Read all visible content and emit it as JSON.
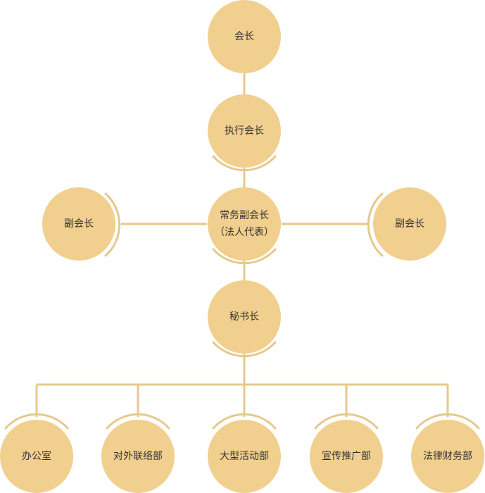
{
  "colors": {
    "node_fill": "#F1CF8E",
    "line": "#E5C98B",
    "text": "#333333"
  },
  "nodes": {
    "chairman": {
      "label": "会长"
    },
    "executive_chairman": {
      "label": "执行会长"
    },
    "standing_vice_chairman": {
      "lines": [
        "常务副会长",
        "（法人代表）"
      ]
    },
    "vice_chairman_left": {
      "label": "副会长"
    },
    "vice_chairman_right": {
      "label": "副会长"
    },
    "secretary_general": {
      "label": "秘书长"
    },
    "departments": [
      {
        "label": "办公室"
      },
      {
        "label": "对外联络部"
      },
      {
        "label": "大型活动部"
      },
      {
        "label": "宣传推广部"
      },
      {
        "label": "法律财务部"
      }
    ]
  }
}
